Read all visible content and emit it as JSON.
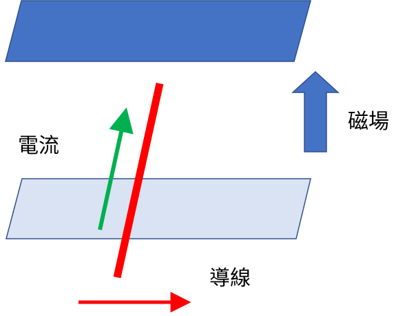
{
  "labels": {
    "current": "電流",
    "magnetic_field": "磁場",
    "wire": "導線"
  },
  "colors": {
    "top_plate_fill": "#4472C4",
    "top_plate_stroke": "#2F528F",
    "bottom_plate_fill": "#DAE3F3",
    "bottom_plate_stroke": "#2F528F",
    "wire": "#FF0000",
    "current_arrow": "#00B050",
    "field_arrow_fill": "#4472C4",
    "field_arrow_stroke": "#2F528F",
    "motion_arrow": "#FF0000"
  }
}
